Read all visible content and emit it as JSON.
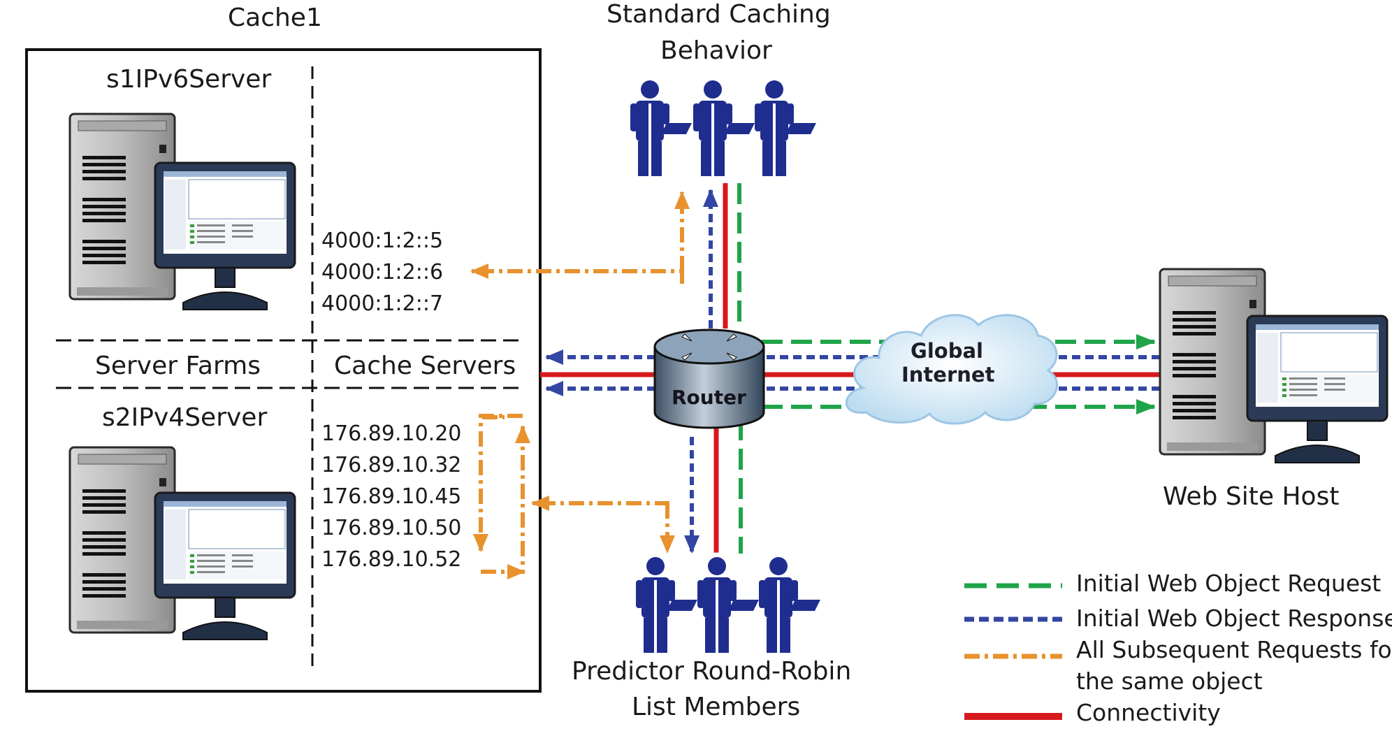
{
  "labels": {
    "cache_title": "Cache1",
    "standard_caching_line1": "Standard Caching",
    "standard_caching_line2": "Behavior",
    "s1_server": "s1IPv6Server",
    "s2_server": "s2IPv4Server",
    "server_farms": "Server Farms",
    "cache_servers": "Cache Servers",
    "router": "Router",
    "global_internet_line1": "Global",
    "global_internet_line2": "Internet",
    "web_site_host": "Web Site Host",
    "predictor_line1": "Predictor Round-Robin",
    "predictor_line2": "List Members"
  },
  "ipv6_addresses": [
    "4000:1:2::5",
    "4000:1:2::6",
    "4000:1:2::7"
  ],
  "ipv4_addresses": [
    "176.89.10.20",
    "176.89.10.32",
    "176.89.10.45",
    "176.89.10.50",
    "176.89.10.52"
  ],
  "legend": [
    {
      "label": "Initial Web Object Request",
      "color": "#1fa44a",
      "style": "long-dash"
    },
    {
      "label": "Initial Web Object Response",
      "color": "#3346a3",
      "style": "short-dash"
    },
    {
      "label": "All Subsequent Requests for",
      "label2": "the same object",
      "color": "#e8922e",
      "style": "dash-dot"
    },
    {
      "label": "Connectivity",
      "color": "#d7191c",
      "style": "solid"
    }
  ],
  "colors": {
    "request": "#1fa44a",
    "response": "#3346a3",
    "subsequent": "#e8922e",
    "connectivity": "#d7191c",
    "person": "#1f2d8f"
  },
  "icons": [
    "server-tower-icon",
    "monitor-icon",
    "router-icon",
    "cloud-icon",
    "user-laptop-icon"
  ]
}
